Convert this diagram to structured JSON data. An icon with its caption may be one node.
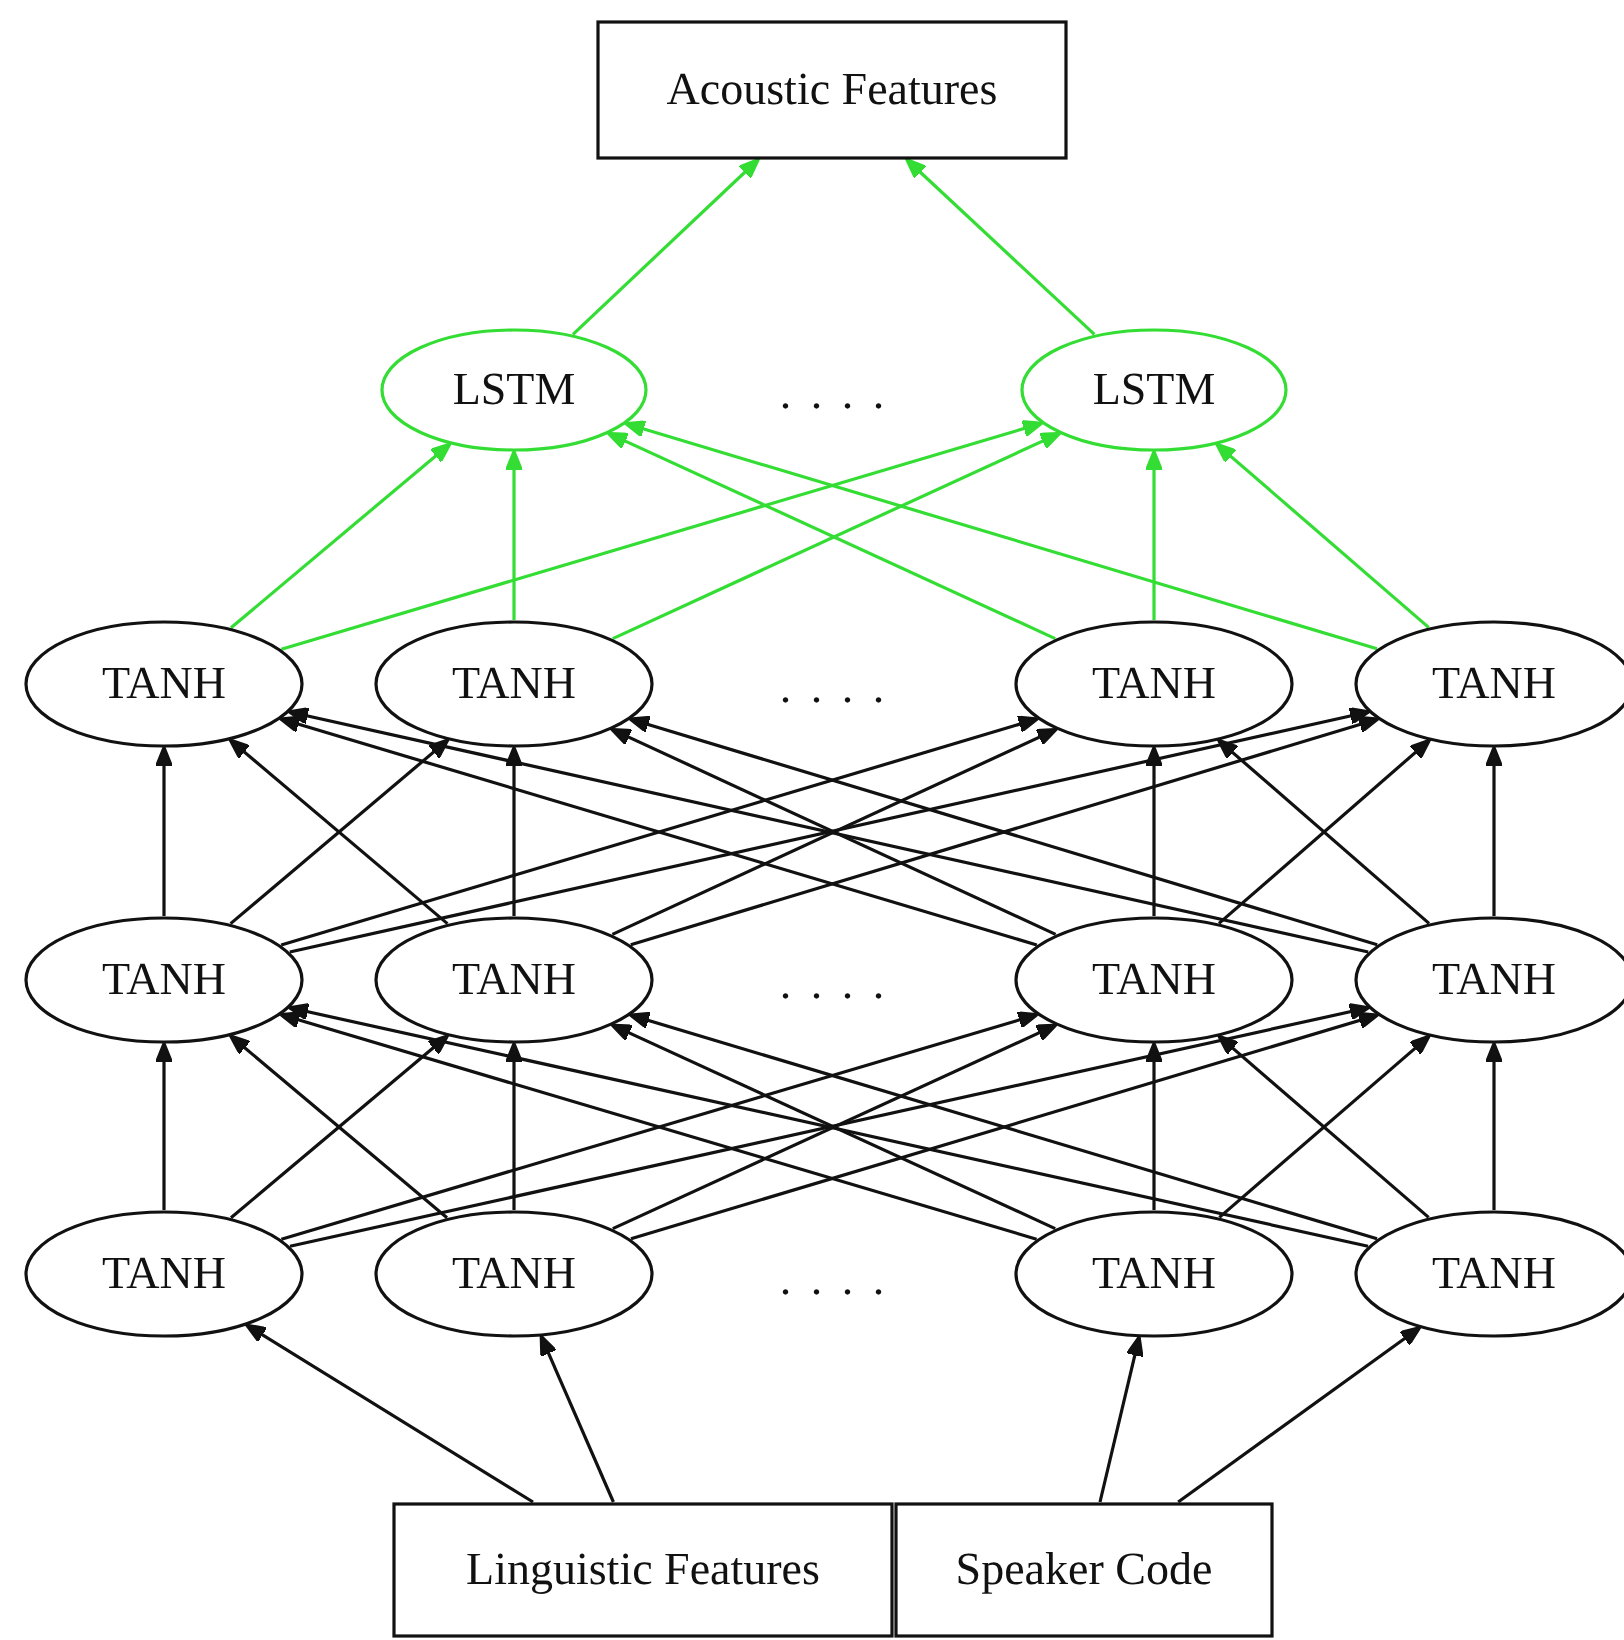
{
  "diagram": {
    "nodes": [
      {
        "text": [
          "Acoustic Features"
        ]
      },
      {
        "text": [
          "LSTM"
        ]
      },
      {
        "text": [
          "LSTM"
        ]
      },
      {
        "text": [
          "TANH"
        ]
      },
      {
        "text": [
          "TANH"
        ]
      },
      {
        "text": [
          "TANH"
        ]
      },
      {
        "text": [
          "TANH"
        ]
      },
      {
        "text": [
          "TANH"
        ]
      },
      {
        "text": [
          "TANH"
        ]
      },
      {
        "text": [
          "TANH"
        ]
      },
      {
        "text": [
          "TANH"
        ]
      },
      {
        "text": [
          "TANH"
        ]
      },
      {
        "text": [
          "TANH"
        ]
      },
      {
        "text": [
          "TANH"
        ]
      },
      {
        "text": [
          "TANH"
        ]
      },
      {
        "text": [
          "Linguistic Features"
        ]
      },
      {
        "text": [
          "Speaker Code"
        ]
      }
    ],
    "edges": [
      {
        "from": 1,
        "to": 0,
        "arrow": "to",
        "color": "#33dd33"
      },
      {
        "from": 2,
        "to": 0,
        "arrow": "to",
        "color": "#33dd33"
      },
      {
        "from": 3,
        "to": 1,
        "arrow": "to",
        "color": "#33dd33"
      },
      {
        "from": 3,
        "to": 2,
        "arrow": "to",
        "color": "#33dd33"
      },
      {
        "from": 4,
        "to": 1,
        "arrow": "to",
        "color": "#33dd33"
      },
      {
        "from": 4,
        "to": 2,
        "arrow": "to",
        "color": "#33dd33"
      },
      {
        "from": 5,
        "to": 1,
        "arrow": "to",
        "color": "#33dd33"
      },
      {
        "from": 5,
        "to": 2,
        "arrow": "to",
        "color": "#33dd33"
      },
      {
        "from": 6,
        "to": 1,
        "arrow": "to",
        "color": "#33dd33"
      },
      {
        "from": 6,
        "to": 2,
        "arrow": "to",
        "color": "#33dd33"
      },
      {
        "from": 7,
        "to": 3,
        "arrow": "to"
      },
      {
        "from": 7,
        "to": 4,
        "arrow": "to"
      },
      {
        "from": 7,
        "to": 5,
        "arrow": "to"
      },
      {
        "from": 7,
        "to": 6,
        "arrow": "to"
      },
      {
        "from": 8,
        "to": 3,
        "arrow": "to"
      },
      {
        "from": 8,
        "to": 4,
        "arrow": "to"
      },
      {
        "from": 8,
        "to": 5,
        "arrow": "to"
      },
      {
        "from": 8,
        "to": 6,
        "arrow": "to"
      },
      {
        "from": 9,
        "to": 3,
        "arrow": "to"
      },
      {
        "from": 9,
        "to": 4,
        "arrow": "to"
      },
      {
        "from": 9,
        "to": 5,
        "arrow": "to"
      },
      {
        "from": 9,
        "to": 6,
        "arrow": "to"
      },
      {
        "from": 10,
        "to": 3,
        "arrow": "to"
      },
      {
        "from": 10,
        "to": 4,
        "arrow": "to"
      },
      {
        "from": 10,
        "to": 5,
        "arrow": "to"
      },
      {
        "from": 10,
        "to": 6,
        "arrow": "to"
      },
      {
        "from": 11,
        "to": 7,
        "arrow": "to"
      },
      {
        "from": 11,
        "to": 8,
        "arrow": "to"
      },
      {
        "from": 11,
        "to": 9,
        "arrow": "to"
      },
      {
        "from": 11,
        "to": 10,
        "arrow": "to"
      },
      {
        "from": 12,
        "to": 7,
        "arrow": "to"
      },
      {
        "from": 12,
        "to": 8,
        "arrow": "to"
      },
      {
        "from": 12,
        "to": 9,
        "arrow": "to"
      },
      {
        "from": 12,
        "to": 10,
        "arrow": "to"
      },
      {
        "from": 13,
        "to": 7,
        "arrow": "to"
      },
      {
        "from": 13,
        "to": 8,
        "arrow": "to"
      },
      {
        "from": 13,
        "to": 9,
        "arrow": "to"
      },
      {
        "from": 13,
        "to": 10,
        "arrow": "to"
      },
      {
        "from": 14,
        "to": 7,
        "arrow": "to"
      },
      {
        "from": 14,
        "to": 8,
        "arrow": "to"
      },
      {
        "from": 14,
        "to": 9,
        "arrow": "to"
      },
      {
        "from": 14,
        "to": 10,
        "arrow": "to"
      },
      {
        "from": 15,
        "to": 11,
        "arrow": "to"
      },
      {
        "from": 15,
        "to": 12,
        "arrow": "to"
      },
      {
        "from": 16,
        "to": 13,
        "arrow": "to"
      },
      {
        "from": 16,
        "to": 14,
        "arrow": "to"
      }
    ],
    "labels": [
      ". . . .",
      ". . . .",
      ". . . .",
      ". . . ."
    ]
  }
}
